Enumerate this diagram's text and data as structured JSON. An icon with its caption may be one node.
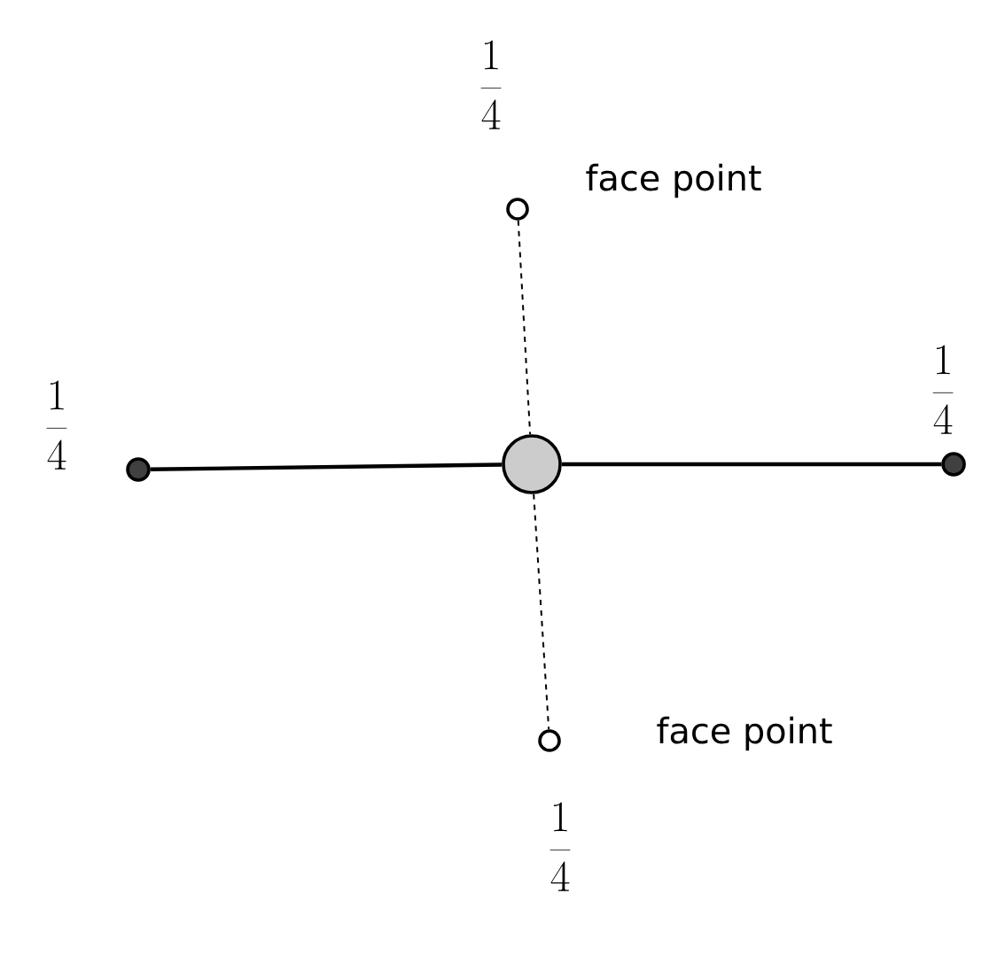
{
  "diagram": {
    "nodes": [
      {
        "text": [],
        "shape": "circle",
        "beside": [
          "\\frac{1}{4}",
          "face point"
        ]
      },
      {
        "text": [],
        "shape": "circle",
        "beside": [
          "\\frac{1}{4}"
        ]
      },
      {
        "text": [],
        "shape": "circle"
      },
      {
        "text": [],
        "shape": "circle",
        "beside": [
          "\\frac{1}{4}"
        ]
      },
      {
        "text": [],
        "shape": "circle",
        "beside": [
          "face point",
          "\\frac{1}{4}"
        ]
      }
    ],
    "edges": [
      {
        "from": 0,
        "to": 2,
        "arrow": "none",
        "style": "dashed"
      },
      {
        "from": 1,
        "to": 2,
        "arrow": "none"
      },
      {
        "from": 2,
        "to": 3,
        "arrow": "none"
      },
      {
        "from": 2,
        "to": 4,
        "arrow": "none",
        "style": "dashed"
      }
    ]
  }
}
